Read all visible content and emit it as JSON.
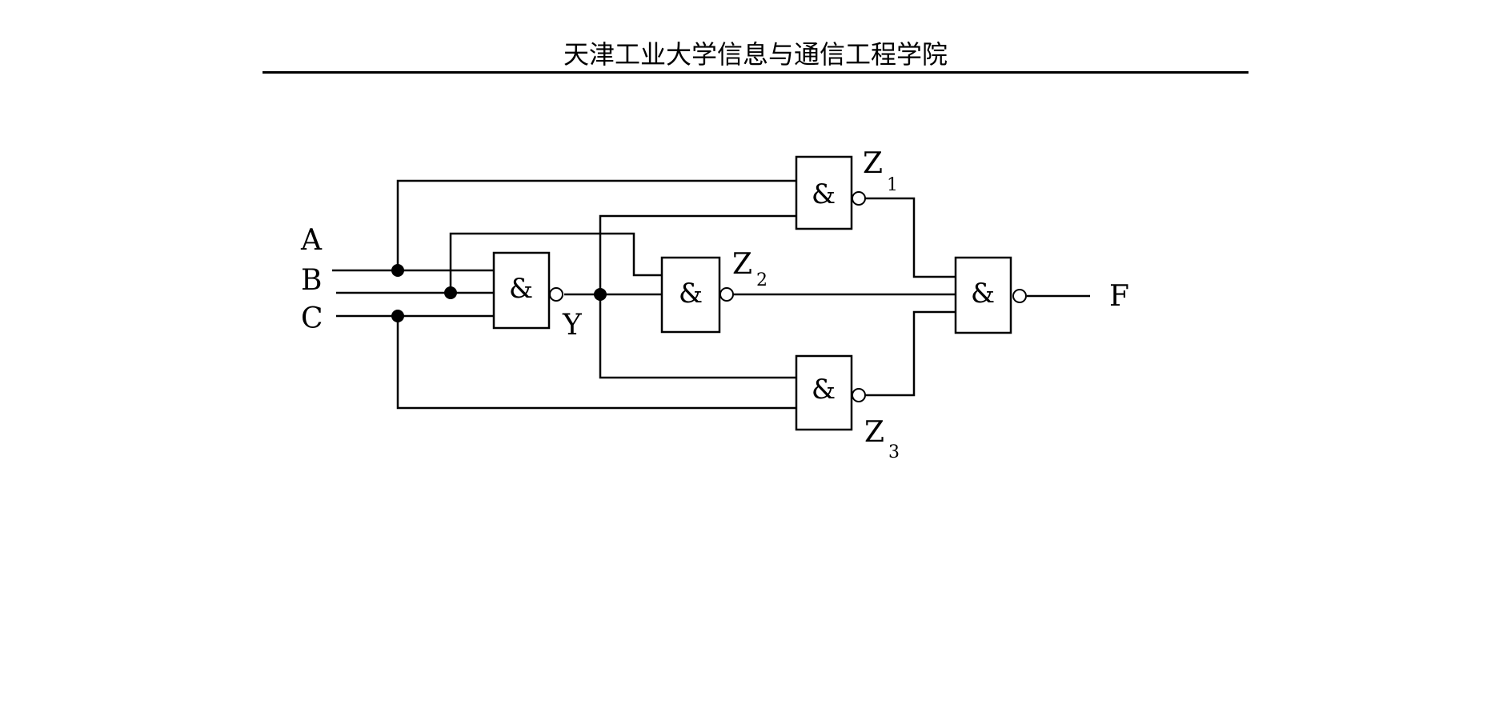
{
  "header": {
    "title": "天津工业大学信息与通信工程学院"
  },
  "circuit": {
    "gate_symbol": "&",
    "inputs": {
      "a": "A",
      "b": "B",
      "c": "C"
    },
    "signals": {
      "y": "Y",
      "z": "Z",
      "z1_sub": "1",
      "z2_sub": "2",
      "z3_sub": "3",
      "f": "F"
    }
  }
}
